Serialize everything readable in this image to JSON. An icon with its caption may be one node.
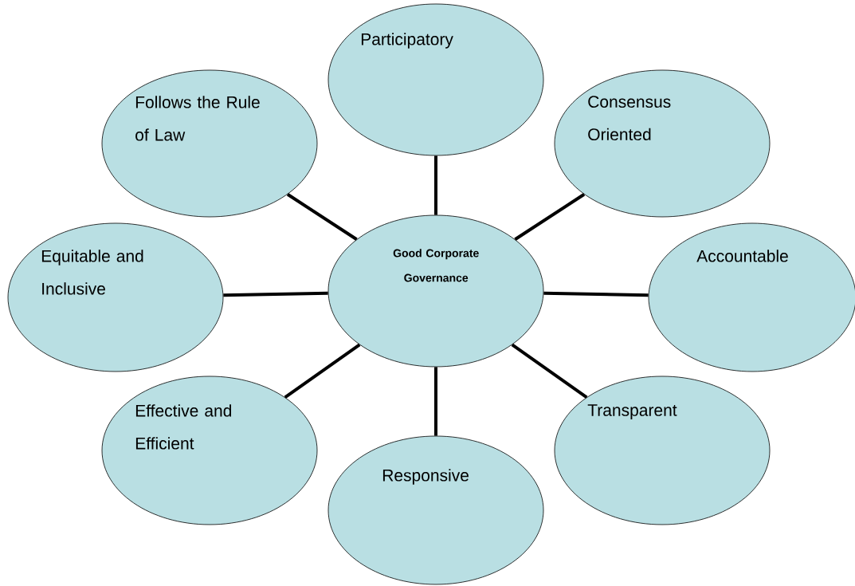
{
  "diagram": {
    "nodes": [
      {
        "text": [
          "Good Corporate Governance"
        ]
      },
      {
        "text": [
          "Participatory"
        ]
      },
      {
        "text": [
          "Consensus Oriented"
        ]
      },
      {
        "text": [
          "Accountable"
        ]
      },
      {
        "text": [
          "Transparent"
        ]
      },
      {
        "text": [
          "Responsive"
        ]
      },
      {
        "text": [
          "Effective and Efficient"
        ]
      },
      {
        "text": [
          "Equitable and Inclusive"
        ]
      },
      {
        "text": [
          "Follows the Rule of Law"
        ]
      }
    ],
    "edges": [
      {
        "from": 0,
        "to": 1,
        "arrow": "none"
      },
      {
        "from": 0,
        "to": 2,
        "arrow": "none"
      },
      {
        "from": 0,
        "to": 3,
        "arrow": "none"
      },
      {
        "from": 0,
        "to": 4,
        "arrow": "none"
      },
      {
        "from": 0,
        "to": 5,
        "arrow": "none"
      },
      {
        "from": 0,
        "to": 6,
        "arrow": "none"
      },
      {
        "from": 0,
        "to": 7,
        "arrow": "none"
      },
      {
        "from": 0,
        "to": 8,
        "arrow": "none"
      }
    ]
  }
}
